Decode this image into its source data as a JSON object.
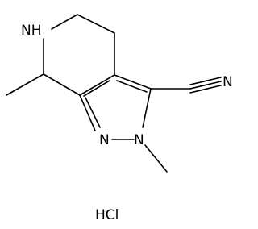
{
  "molecule": {
    "atom_labels": {
      "nh": "NH",
      "n_ring_left": "N",
      "n_ring_right": "N",
      "n_nitrile": "N"
    },
    "salt": "HCl"
  },
  "colors": {
    "bond": "#000000",
    "label": "#000000",
    "background": "#ffffff"
  }
}
